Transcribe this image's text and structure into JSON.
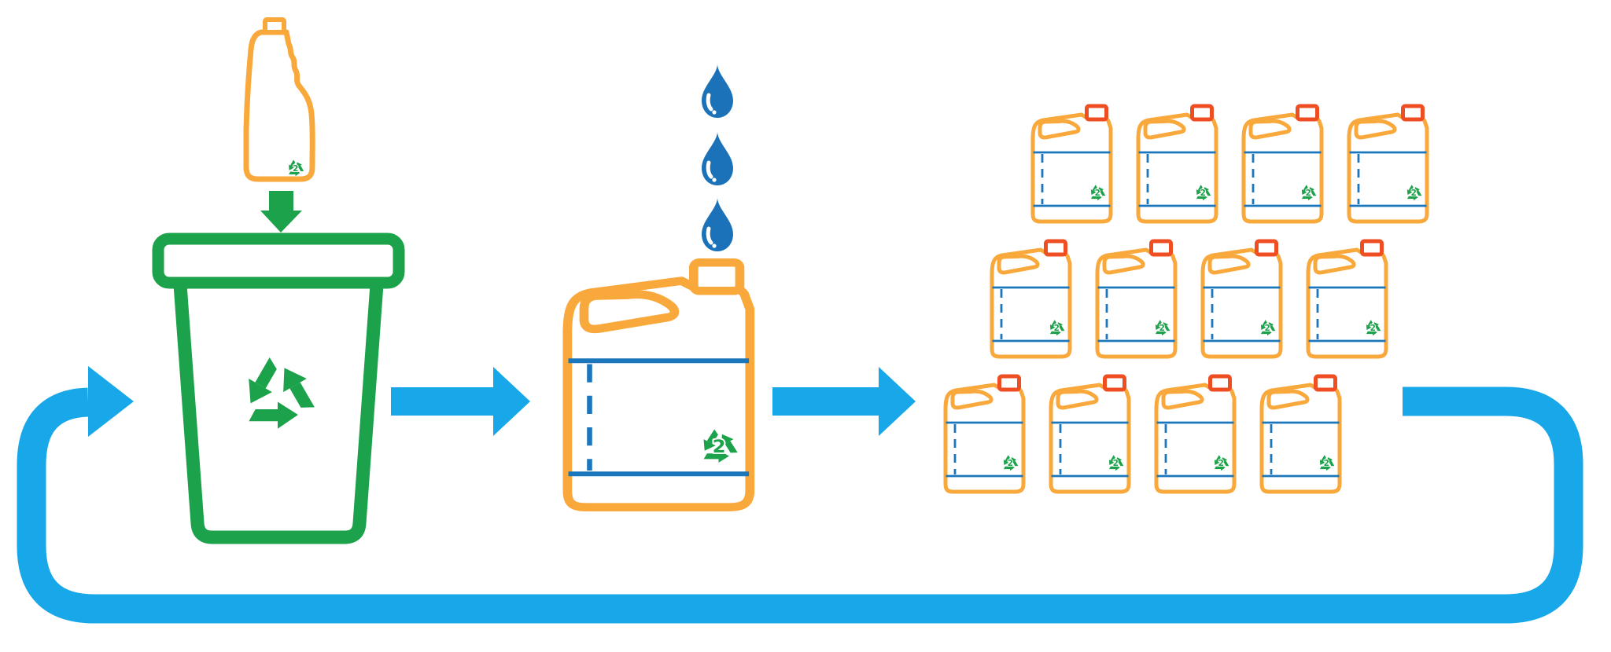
{
  "diagram": {
    "type": "plastic-bottle-recycling-cycle",
    "recycle_code": "2",
    "stage1": {
      "used_bottles": 1,
      "deposit_arrows": 1,
      "recycling_bins": 1,
      "bin_recycle_symbols": 1
    },
    "stage2": {
      "water_drops": 3,
      "washed_jugs": 1
    },
    "stage3": {
      "recycled_jugs": 12,
      "rows": 3,
      "jugs_per_row": 4
    },
    "flow": {
      "process_arrows": 2,
      "loop_arrows": 1
    }
  },
  "palette": {
    "green": "#1CA24A",
    "orange": "#F9A83C",
    "red": "#EF4E23",
    "sky": "#18A8E9",
    "deepblue": "#1B72B8",
    "lineblue": "#1C76BC",
    "white": "#FFFFFF"
  }
}
